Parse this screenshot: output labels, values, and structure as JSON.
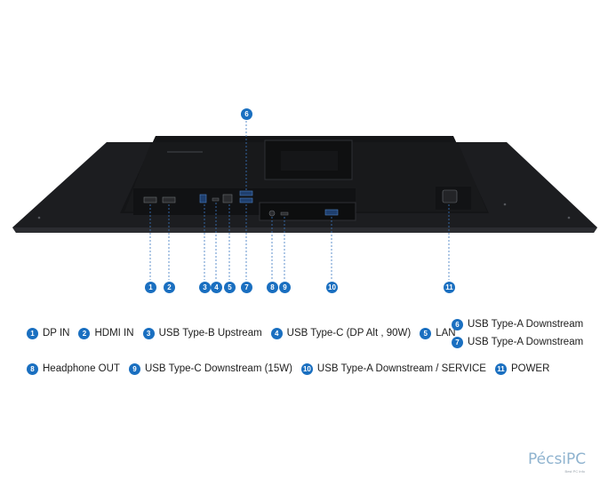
{
  "ports": [
    {
      "num": "1",
      "label": "DP IN"
    },
    {
      "num": "2",
      "label": "HDMI IN"
    },
    {
      "num": "3",
      "label": "USB Type-B Upstream"
    },
    {
      "num": "4",
      "label": "USB Type-C (DP Alt , 90W)"
    },
    {
      "num": "5",
      "label": "LAN"
    },
    {
      "num": "6",
      "label": "USB Type-A Downstream"
    },
    {
      "num": "7",
      "label": "USB Type-A Downstream"
    },
    {
      "num": "8",
      "label": "Headphone OUT"
    },
    {
      "num": "9",
      "label": "USB Type-C Downstream (15W)"
    },
    {
      "num": "10",
      "label": "USB Type-A Downstream / SERVICE"
    },
    {
      "num": "11",
      "label": "POWER"
    }
  ],
  "logo": {
    "text": "PécsiPC",
    "tagline": "Best PC Info"
  },
  "colors": {
    "accent": "#1a6fc0",
    "monitor": "#1b1c1e",
    "text": "#1d1d1d"
  }
}
